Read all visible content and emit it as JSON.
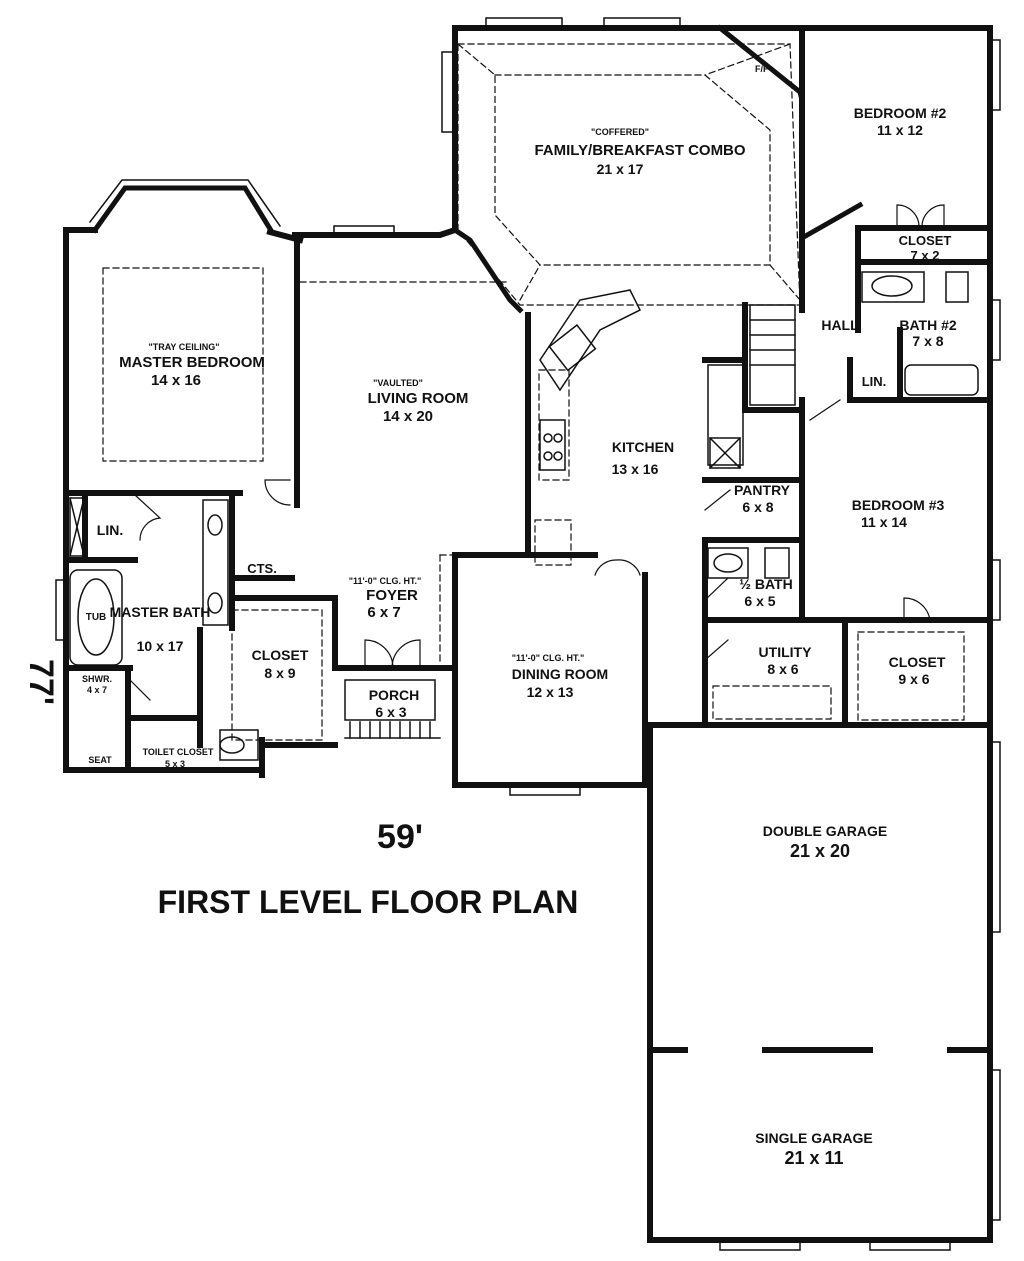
{
  "plan": {
    "title": "FIRST LEVEL FLOOR PLAN",
    "width_dimension": "59'",
    "depth_dimension": "77'"
  },
  "rooms": {
    "family_note": "\"COFFERED\"",
    "family_name": "FAMILY/BREAKFAST COMBO",
    "family_size": "21 x 17",
    "fp": "F/P",
    "bed2_name": "BEDROOM #2",
    "bed2_size": "11 x 12",
    "closet_bed2_name": "CLOSET",
    "closet_bed2_size": "7 x 2",
    "hall": "HALL",
    "bath2_name": "BATH #2",
    "bath2_size": "7 x 8",
    "lin_hall": "LIN.",
    "master_note": "\"TRAY CEILING\"",
    "master_name": "MASTER BEDROOM",
    "master_size": "14 x 16",
    "living_note": "\"VAULTED\"",
    "living_name": "LIVING ROOM",
    "living_size": "14 x 20",
    "kitchen_name": "KITCHEN",
    "kitchen_size": "13 x 16",
    "pantry_name": "PANTRY",
    "pantry_size": "6 x 8",
    "bed3_name": "BEDROOM #3",
    "bed3_size": "11 x 14",
    "lin_master": "LIN.",
    "cts": "CTS.",
    "tub": "TUB",
    "master_bath_name": "MASTER BATH",
    "master_bath_size": "10 x 17",
    "foyer_note": "\"11'-0\" CLG. HT.\"",
    "foyer_name": "FOYER",
    "foyer_size": "6 x 7",
    "halfbath_name": "½ BATH",
    "halfbath_size": "6 x 5",
    "dining_note": "\"11'-0\" CLG. HT.\"",
    "dining_name": "DINING ROOM",
    "dining_size": "12 x 13",
    "closet_master_name": "CLOSET",
    "closet_master_size": "8 x 9",
    "utility_name": "UTILITY",
    "utility_size": "8 x 6",
    "closet_bed3_name": "CLOSET",
    "closet_bed3_size": "9 x 6",
    "shower_name": "SHWR.",
    "shower_size": "4 x 7",
    "porch_name": "PORCH",
    "porch_size": "6 x 3",
    "seat": "SEAT",
    "toilet_name": "TOILET CLOSET",
    "toilet_size": "5 x 3",
    "dgarage_name": "DOUBLE GARAGE",
    "dgarage_size": "21 x 20",
    "sgarage_name": "SINGLE GARAGE",
    "sgarage_size": "21 x 11"
  }
}
